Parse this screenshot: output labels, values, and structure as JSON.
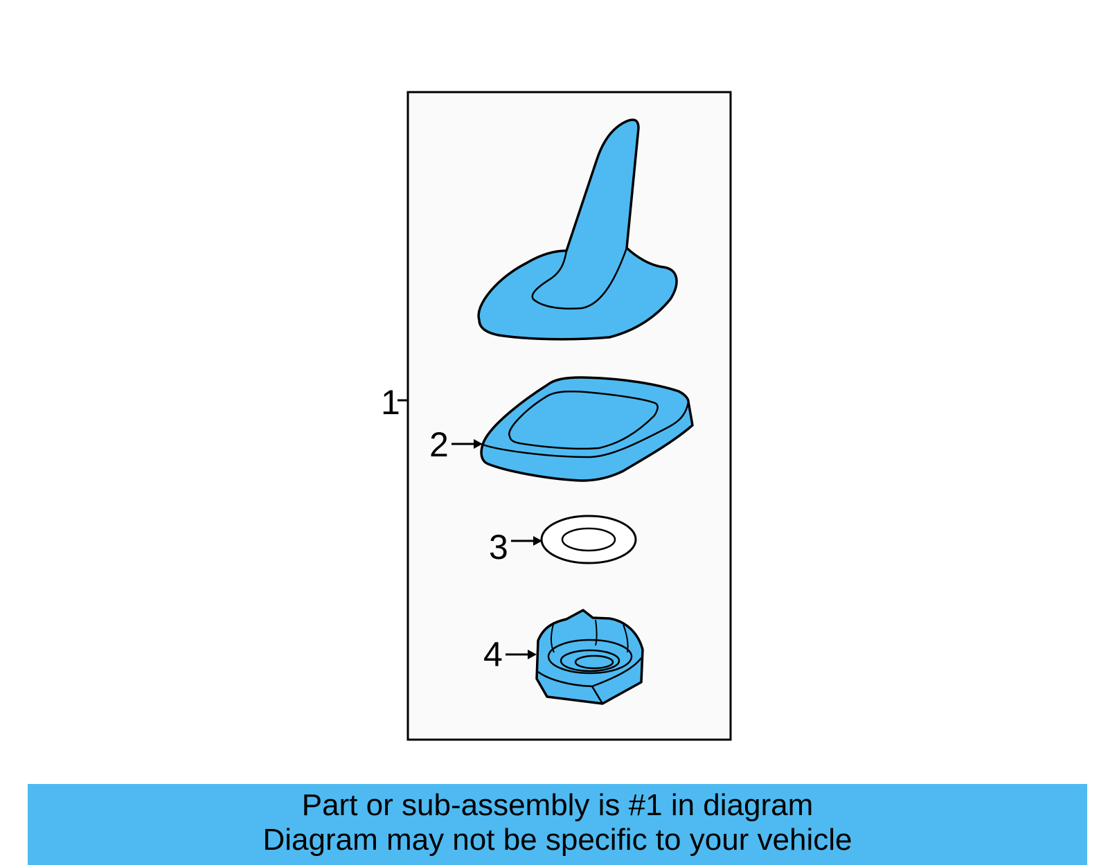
{
  "colors": {
    "part_fill": "#4fbaf1",
    "banner_fill": "#4fbaf1",
    "frame_fill": "#fafafa",
    "line": "#000000"
  },
  "callouts": {
    "assembly": "1",
    "base_pad": "2",
    "gasket": "3",
    "mount": "4"
  },
  "banner": {
    "line1": "Part or sub-assembly is #1 in diagram",
    "line2": "Diagram may not be specific to your vehicle"
  }
}
